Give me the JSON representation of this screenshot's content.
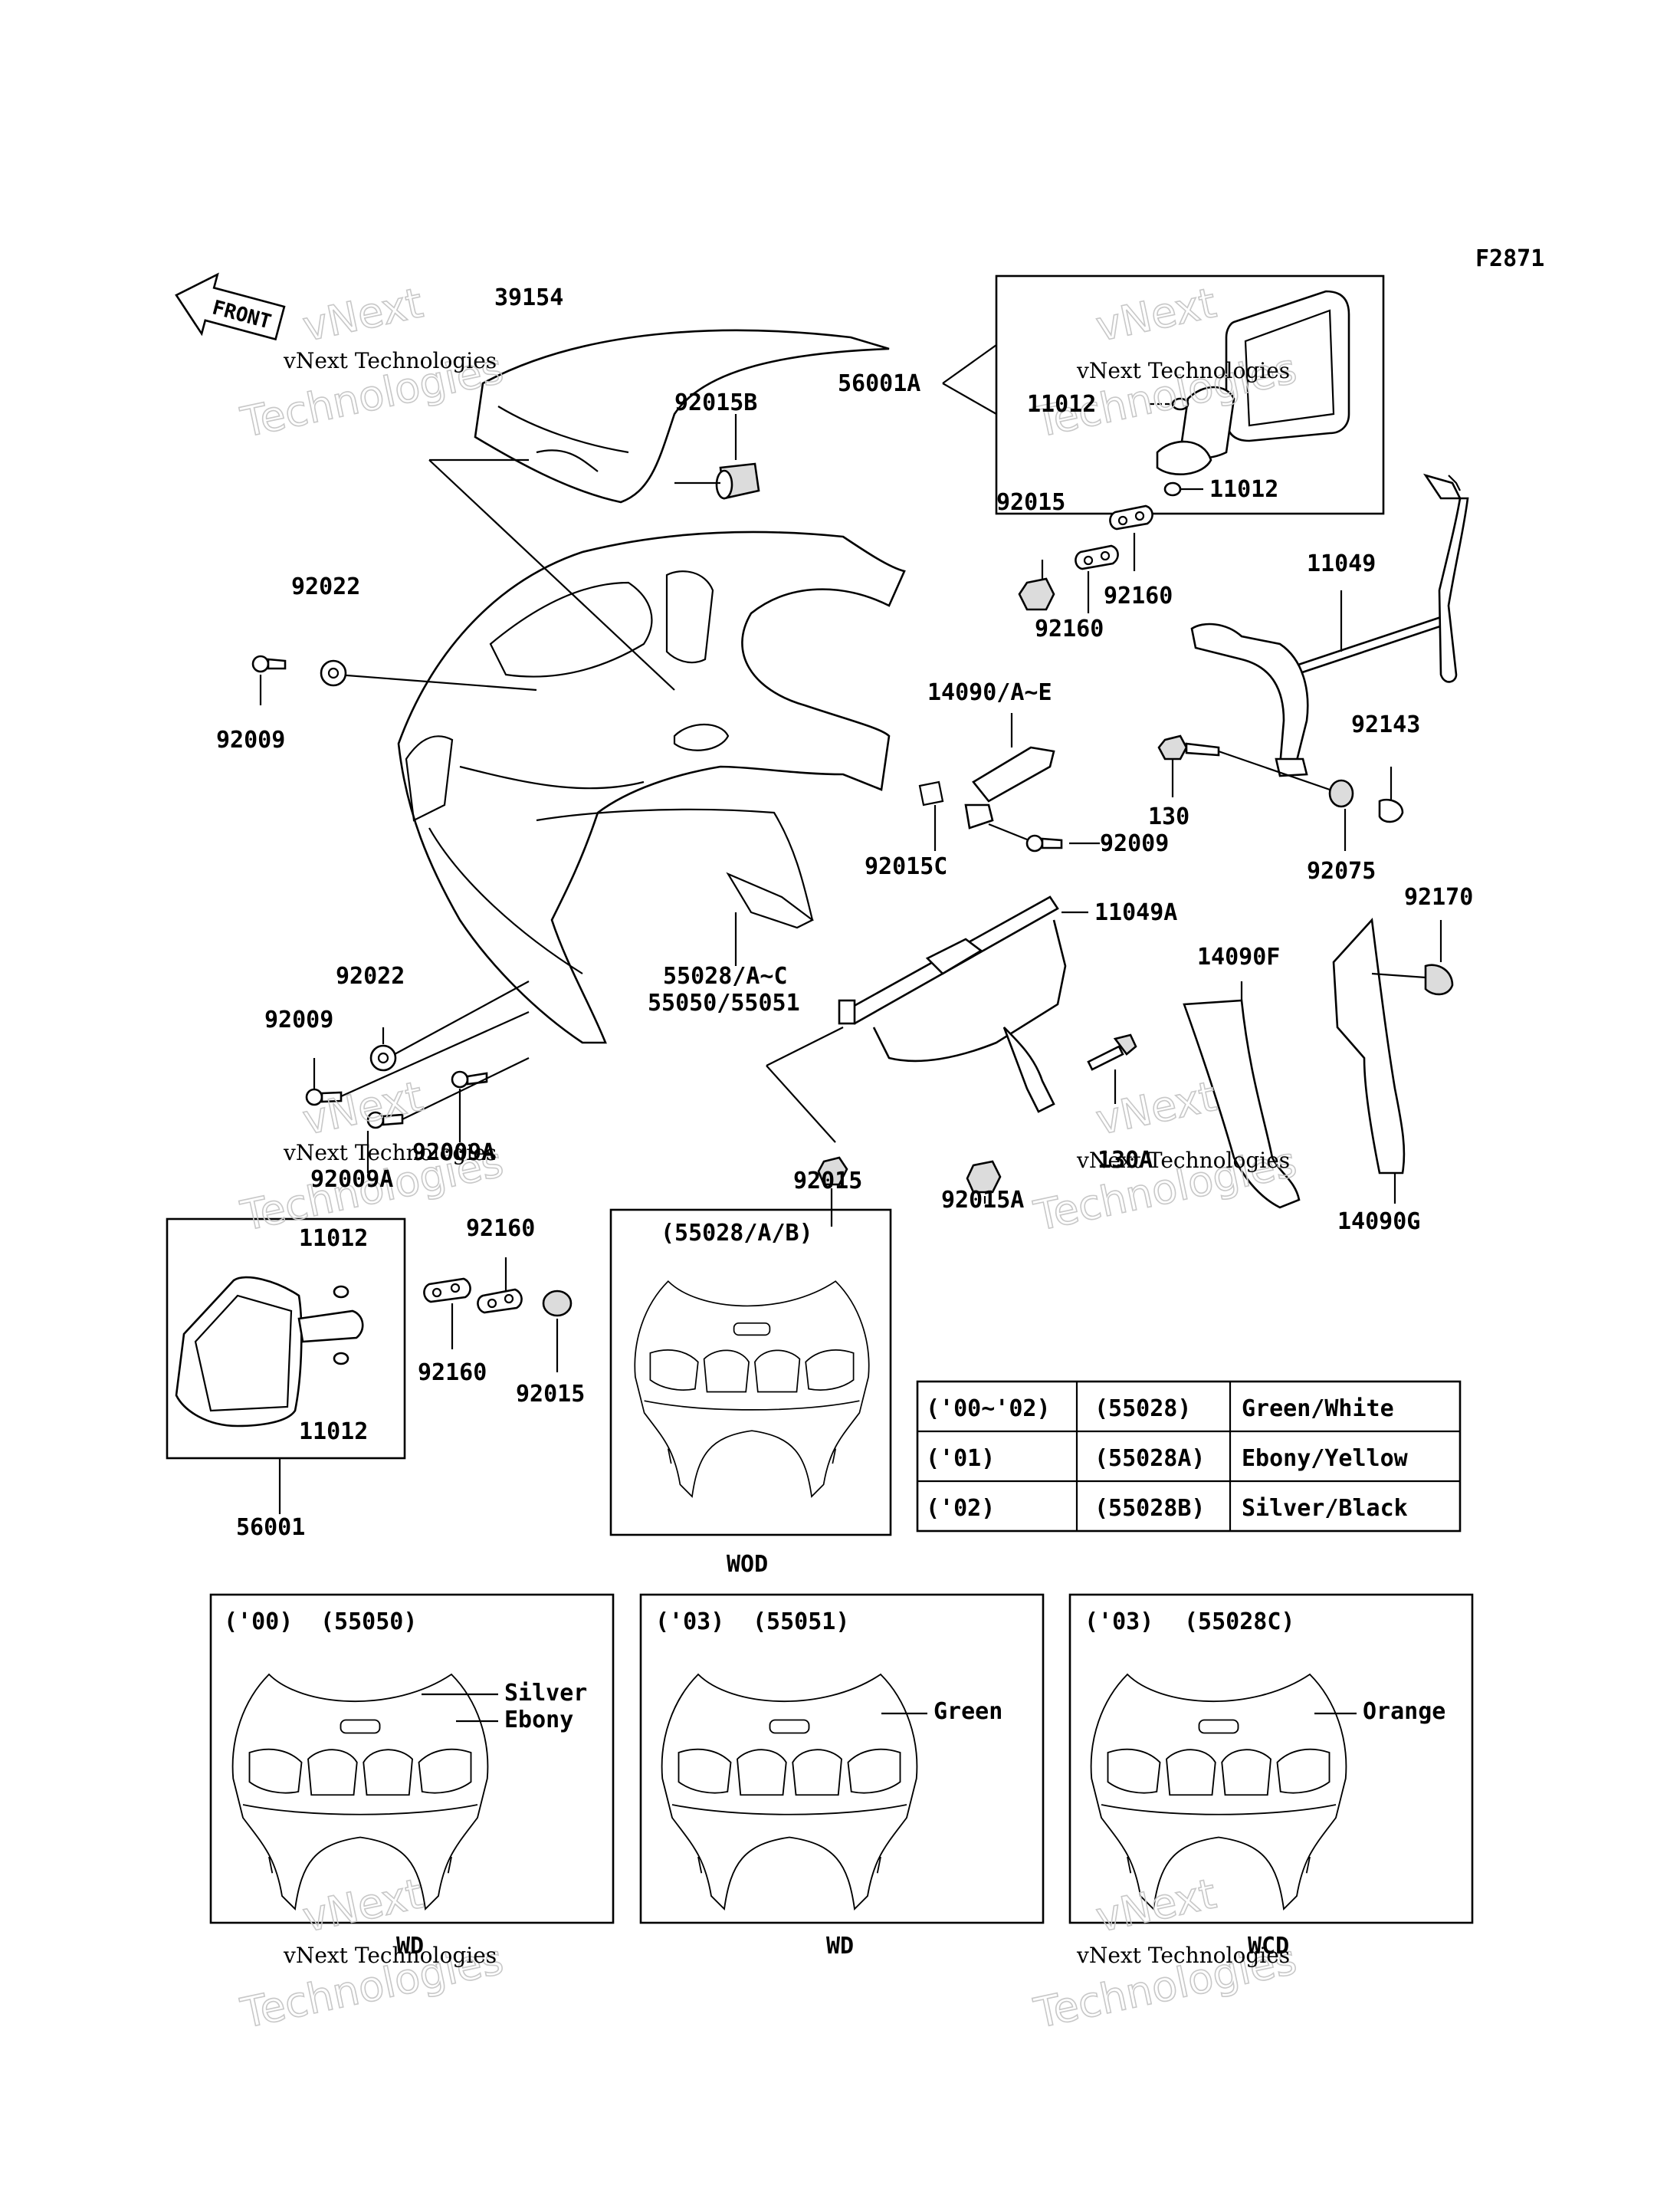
{
  "figure_code": "F2871",
  "front_arrow_label": "FRONT",
  "watermark": {
    "company": "vNext Technologies",
    "word1": "vNext",
    "word2": "Technologies"
  },
  "callouts": {
    "p39154": "39154",
    "p92015B": "92015B",
    "p56001A": "56001A",
    "p11012_a": "11012",
    "p11012_b": "11012",
    "p92015_a": "92015",
    "p92160_a": "92160",
    "p92160_b": "92160",
    "p11049": "11049",
    "p92022_a": "92022",
    "p92009_a": "92009",
    "p14090AE": "14090/A~E",
    "p92143": "92143",
    "p130": "130",
    "p92015C": "92015C",
    "p92009_b": "92009",
    "p92075": "92075",
    "p92170": "92170",
    "p11049A": "11049A",
    "p14090F": "14090F",
    "p55028": "55028/A~C",
    "p55050": "55050/55051",
    "p92022_b": "92022",
    "p92009_c": "92009",
    "p92009A_a": "92009A",
    "p92009A_b": "92009A",
    "p130A": "130A",
    "p92015_b": "92015",
    "p92015A": "92015A",
    "p14090G": "14090G",
    "p11012_c": "11012",
    "p11012_d": "11012",
    "p92160_c": "92160",
    "p92160_d": "92160",
    "p92015_c": "92015",
    "p56001": "56001"
  },
  "variants": {
    "wod": {
      "header": "(55028/A/B)",
      "code": "WOD"
    },
    "v00": {
      "year": "('00)",
      "part": "(55050)",
      "color1": "Silver",
      "color2": "Ebony",
      "code": "WD"
    },
    "v03a": {
      "year": "('03)",
      "part": "(55051)",
      "color1": "Green",
      "code": "WD"
    },
    "v03b": {
      "year": "('03)",
      "part": "(55028C)",
      "color1": "Orange",
      "code": "WCD"
    }
  },
  "color_table": {
    "rows": [
      {
        "year": "('00~'02)",
        "part": "(55028)",
        "color": "Green/White"
      },
      {
        "year": "('01)",
        "part": "(55028A)",
        "color": "Ebony/Yellow"
      },
      {
        "year": "('02)",
        "part": "(55028B)",
        "color": "Silver/Black"
      }
    ]
  }
}
